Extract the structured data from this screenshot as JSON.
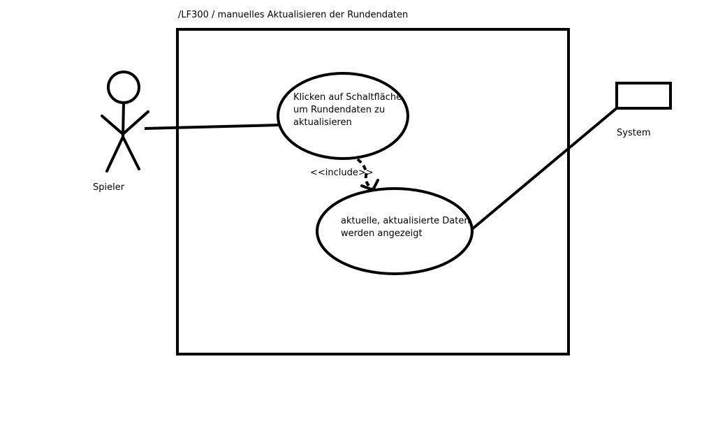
{
  "title": "/LF300 / manuelles Aktualisieren der Rundendaten",
  "actor": {
    "label": "Spieler"
  },
  "system_actor": {
    "label": "System"
  },
  "use_cases": [
    {
      "lines": [
        "Klicken auf Schaltfläche",
        "um Rundendaten zu",
        "aktualisieren"
      ]
    },
    {
      "lines": [
        "aktuelle, aktualisierte Daten",
        "werden angezeigt"
      ]
    }
  ],
  "relation": {
    "label": "<<include>>"
  }
}
